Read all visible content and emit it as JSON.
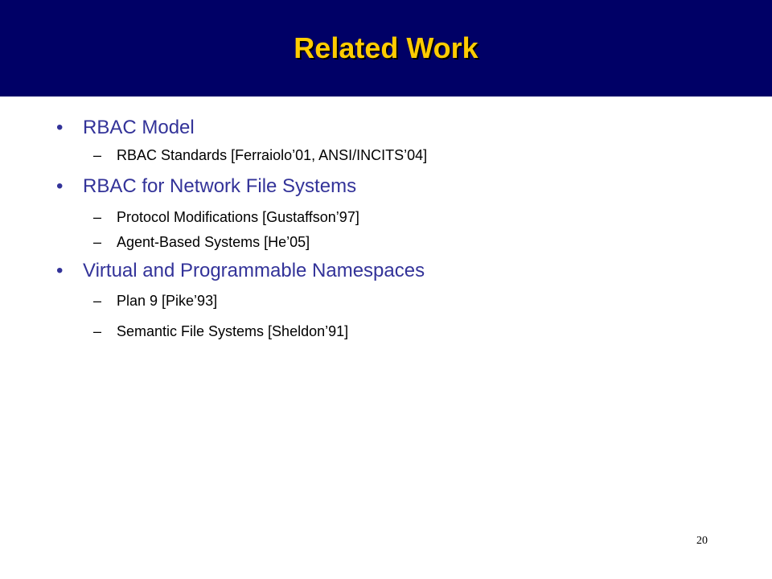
{
  "slide": {
    "title": "Related Work",
    "page_number": "20",
    "colors": {
      "title_bar": "#000066",
      "title_text": "#FFCC00",
      "level1_text": "#333399",
      "level2_text": "#000000"
    },
    "bullet_symbol": "•",
    "dash_symbol": "–",
    "items": [
      {
        "text": "RBAC Model",
        "subitems": [
          "RBAC Standards [Ferraiolo’01, ANSI/INCITS’04]"
        ]
      },
      {
        "text": "RBAC for Network File Systems",
        "subitems": [
          "Protocol Modifications [Gustaffson’97]",
          "Agent-Based Systems [He’05]"
        ]
      },
      {
        "text": "Virtual and Programmable Namespaces",
        "subitems": [
          "Plan 9 [Pike’93]",
          "Semantic File Systems [Sheldon’91]"
        ]
      }
    ]
  }
}
